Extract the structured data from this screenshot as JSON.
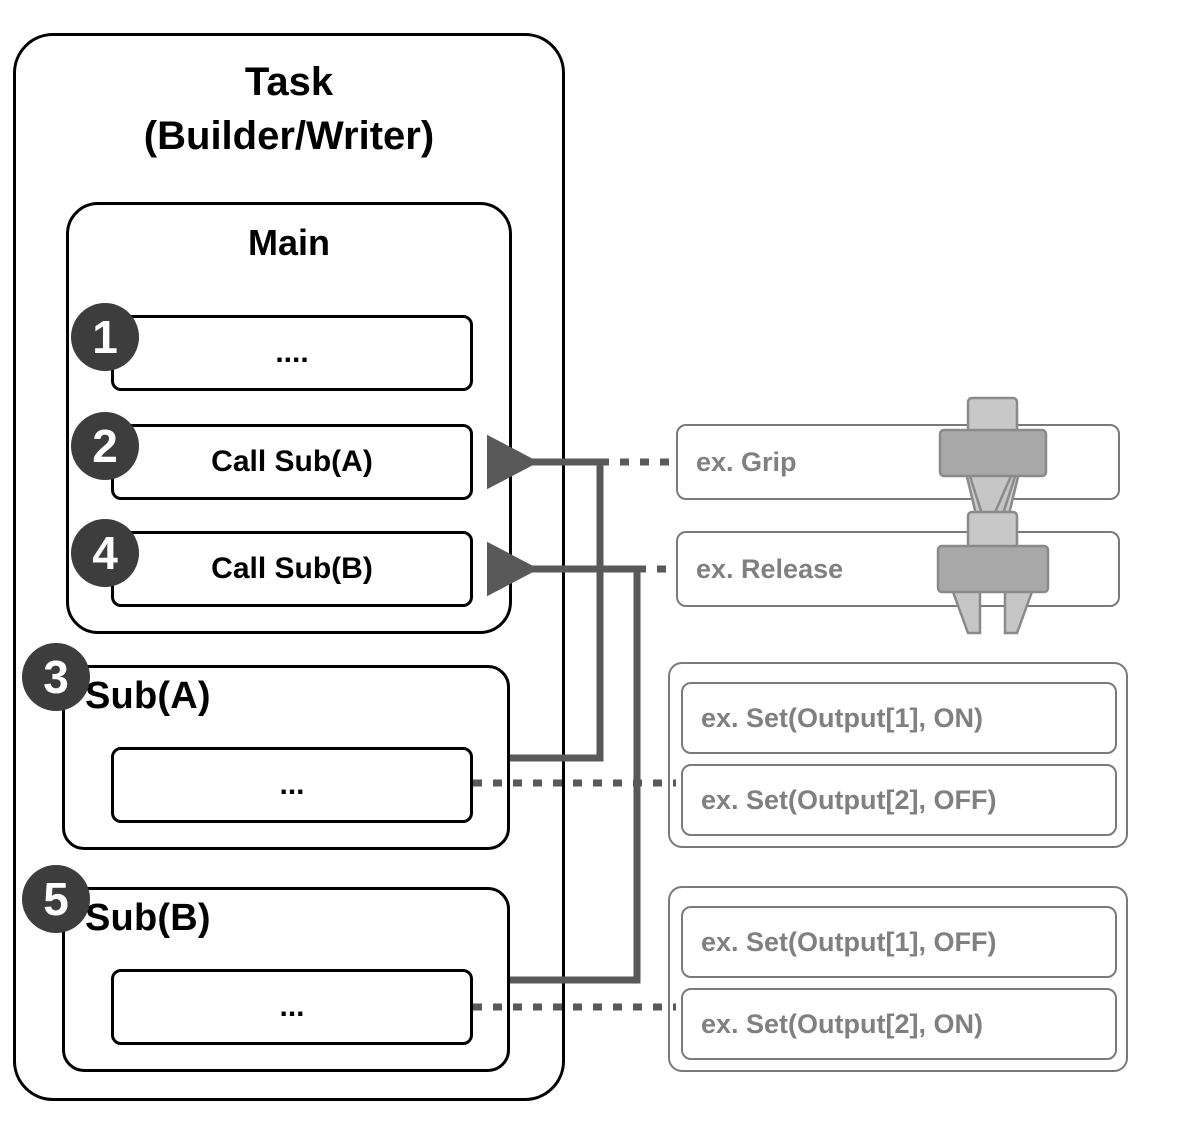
{
  "diagram": {
    "type": "program-structure-diagram",
    "task": {
      "title_line1": "Task",
      "title_line2": "(Builder/Writer)"
    },
    "main": {
      "title": "Main",
      "steps": [
        {
          "badge": "1",
          "label": "...."
        },
        {
          "badge": "2",
          "label": "Call Sub(A)"
        },
        {
          "badge": "4",
          "label": "Call Sub(B)"
        }
      ]
    },
    "subroutines": [
      {
        "badge": "3",
        "title": "Sub(A)",
        "body_label": "..."
      },
      {
        "badge": "5",
        "title": "Sub(B)",
        "body_label": "..."
      }
    ],
    "examples": {
      "grip": {
        "label": "ex. Grip",
        "icon": "gripper-closed-icon"
      },
      "release": {
        "label": "ex. Release",
        "icon": "gripper-open-icon"
      },
      "group_a": [
        "ex. Set(Output[1], ON)",
        "ex. Set(Output[2], OFF)"
      ],
      "group_b": [
        "ex. Set(Output[1], OFF)",
        "ex. Set(Output[2], ON)"
      ]
    },
    "colors": {
      "outline_black": "#000000",
      "outline_gray": "#7a7a7a",
      "badge_fill": "#3d3d3d",
      "badge_text": "#ffffff",
      "example_text": "#808080",
      "connector": "#595959",
      "gripper_body": "#a8a8a8",
      "gripper_light": "#c4c4c4"
    }
  }
}
